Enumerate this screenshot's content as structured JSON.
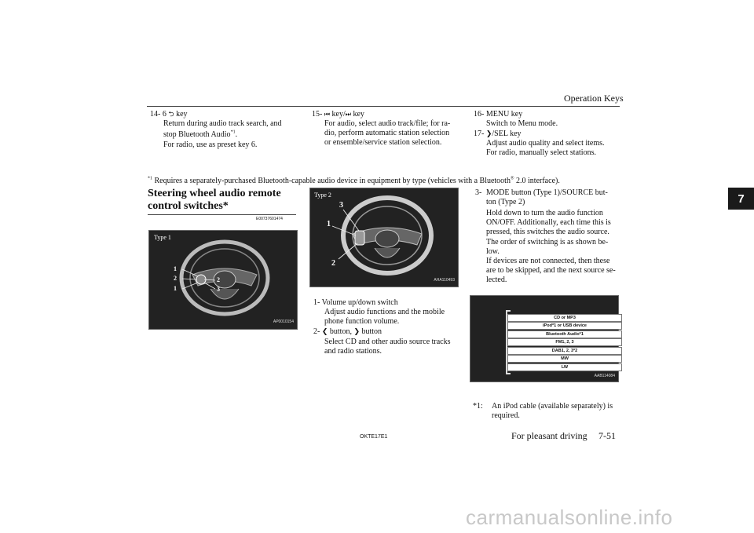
{
  "header": {
    "title": "Operation Keys",
    "chapter_tab": "7"
  },
  "col1_items": [
    {
      "num": "14-",
      "key": "6",
      "key_suffix": "key",
      "lines": [
        "Return during audio track search, and",
        "stop Bluetooth Audio",
        "For radio, use as preset key 6."
      ],
      "sup": "*1",
      "sup_tail": "."
    }
  ],
  "col2_items": [
    {
      "num": "15-",
      "key_sep": "key/",
      "key_suffix": "key",
      "lines": [
        "For audio, select audio track/file; for ra-",
        "dio, perform automatic station selection",
        "or ensemble/service station selection."
      ]
    }
  ],
  "col3_items": [
    {
      "num": "16-",
      "label": "MENU key",
      "lines": [
        "Switch to Menu mode."
      ]
    },
    {
      "num": "17-",
      "label": "/SEL key",
      "lines": [
        "Adjust audio quality and select items.",
        "For radio, manually select stations."
      ]
    }
  ],
  "footnote": {
    "sup": "*1",
    "text": " Requires a separately-purchased Bluetooth-capable audio device in equipment by type (vehicles with a Bluetooth",
    "reg": "®",
    "tail": " 2.0 interface)."
  },
  "section": {
    "heading_line1": "Steering wheel audio remote",
    "heading_line2": "control switches*",
    "code": "E00737601474"
  },
  "fig_type1": {
    "label": "Type 1",
    "code": "AP0010154",
    "callouts": [
      "1",
      "2",
      "1",
      "2",
      "3"
    ]
  },
  "fig_type2": {
    "label": "Type 2",
    "code": "AHA110493",
    "callouts": [
      "3",
      "1",
      "2"
    ]
  },
  "mid_items": [
    {
      "num": "1-",
      "label": "Volume up/down switch",
      "lines": [
        "Adjust audio functions and the mobile",
        "phone function volume."
      ]
    },
    {
      "num": "2-",
      "label_pre": "",
      "label_mid": "button,",
      "label_post": "button",
      "lines": [
        "Select CD and other audio source tracks",
        "and radio stations."
      ]
    }
  ],
  "right_item": {
    "num": "3-",
    "lines": [
      "MODE button (Type 1)/SOURCE but-",
      "ton (Type 2)",
      "Hold down to turn the audio function",
      "ON/OFF. Additionally, each time this is",
      "pressed, this switches the audio source.",
      "The order of switching is as shown be-",
      "low.",
      "If devices are not connected, then these",
      "are to be skipped, and the next source se-",
      "lected."
    ]
  },
  "source_fig": {
    "code": "AAB114084",
    "items": [
      "CD or MP3",
      "iPod*1 or USB device",
      "Bluetooth Audio*1",
      "FM1, 2, 3",
      "DAB1, 2, 3*2",
      "MW",
      "LW"
    ]
  },
  "note": {
    "mark": "*1:",
    "lines": [
      "An iPod cable (available separately) is",
      "required."
    ]
  },
  "footer": {
    "code": "OKTE17E1",
    "section": "For pleasant driving",
    "page": "7-51"
  },
  "watermark": "carmanualsonline.info"
}
